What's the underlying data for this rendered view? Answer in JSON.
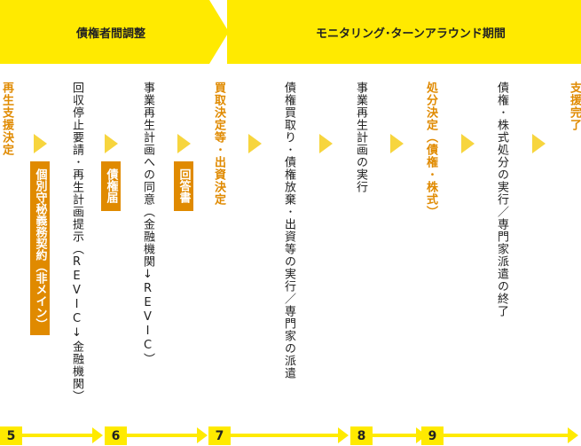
{
  "phases": [
    {
      "label": "債権者間調整"
    },
    {
      "label": "モニタリング･ターンアラウンド期間"
    }
  ],
  "steps": [
    "再生支援決定",
    "回収停止要請･再生計画提示（REVIC↓金融機関）",
    "事業再生計画への同意（金融機関↓REVIC）",
    "買取決定等･出資決定",
    "債権買取り･債権放棄･出資等の実行／専門家の派遣",
    "事業再生計画の実行",
    "処分決定（債権･株式）",
    "債権･株式処分の実行／専門家派遣の終了",
    "支援完了"
  ],
  "documents": [
    "個別守秘義務契約（非メイン）",
    "債権届",
    "回答書"
  ],
  "timeline_numbers": [
    "5",
    "6",
    "7",
    "8",
    "9"
  ],
  "colors": {
    "banner": "#ffea00",
    "accent": "#e08a00",
    "arrow": "#f7d53e"
  }
}
